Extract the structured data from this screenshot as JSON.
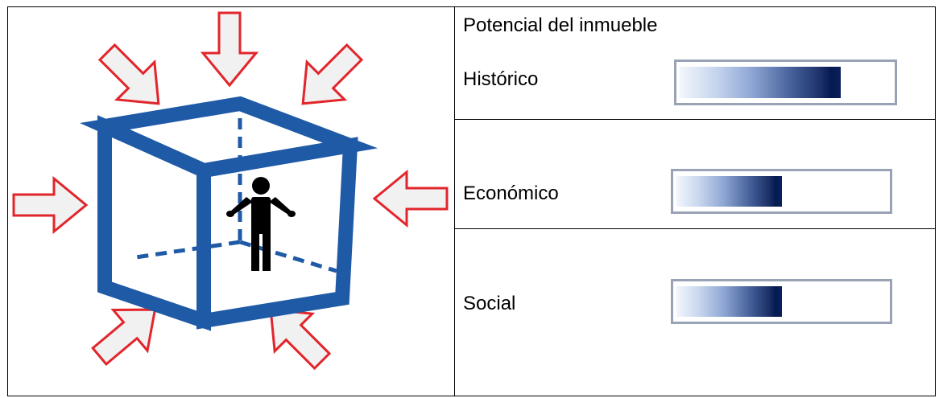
{
  "panel": {
    "title": "Potencial del inmueble",
    "rows": [
      {
        "label": "Histórico",
        "level": 0.76
      },
      {
        "label": "Económico",
        "level": 0.5
      },
      {
        "label": "Social",
        "level": 0.5
      }
    ]
  },
  "illustration": {
    "icons": [
      "arrow-icon",
      "cube-icon",
      "person-icon"
    ],
    "colors": {
      "cube": "#1f5aa6",
      "arrow_stroke": "#e2252b",
      "arrow_fill": "#f1f1f1",
      "person": "#000000",
      "bar_track": "#9aa3b6",
      "bar_dark": "#061a52"
    }
  }
}
